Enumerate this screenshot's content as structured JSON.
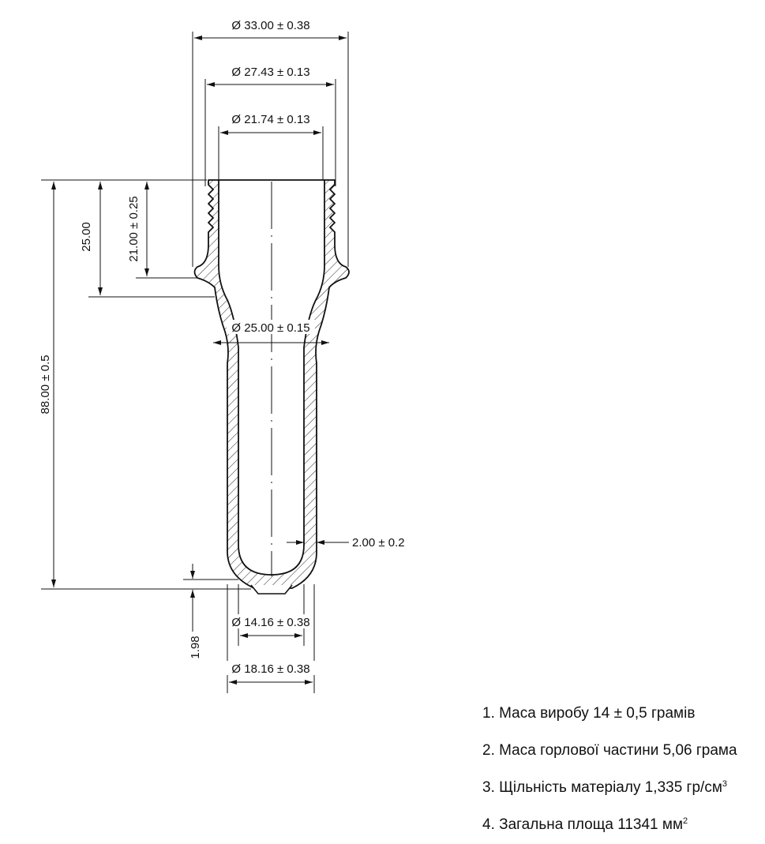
{
  "dimensions": {
    "d_outer": "Ø 33.00 ± 0.38",
    "d_thread": "Ø 27.43 ± 0.13",
    "d_bore": "Ø 21.74 ± 0.13",
    "d_body": "Ø 25.00 ± 0.15",
    "d_bottom_inner": "Ø 14.16 ± 0.38",
    "d_bottom_outer": "Ø 18.16 ± 0.38",
    "height_total": "88.00 ± 0.5",
    "height_neck": "25.00",
    "height_thread": "21.00 ± 0.25",
    "wall": "2.00 ± 0.2",
    "gate": "1.98"
  },
  "notes": [
    {
      "text": "1. Маса виробу 14 ± 0,5 грамів",
      "sup": ""
    },
    {
      "text": "2. Маса горлової частини 5,06 грама",
      "sup": ""
    },
    {
      "text": "3. Щільність матеріалу 1,335 гр/см",
      "sup": "3"
    },
    {
      "text": "4. Загальна площа 11341 мм",
      "sup": "2"
    }
  ]
}
